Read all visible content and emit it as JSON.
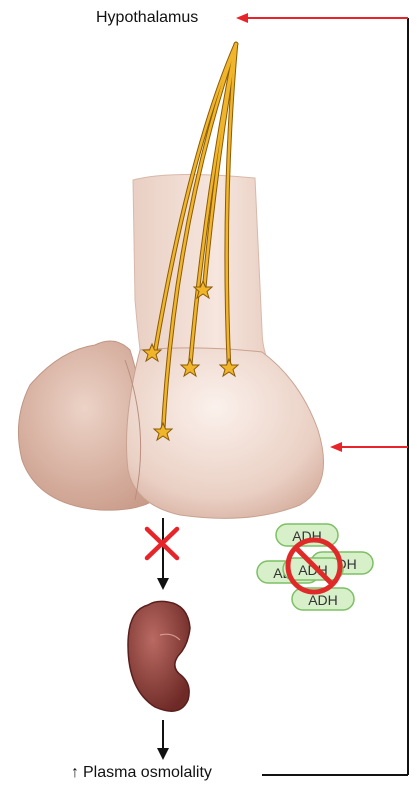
{
  "labels": {
    "hypothalamus": "Hypothalamus",
    "osmolality_arrow": "↑",
    "osmolality": "Plasma osmolality"
  },
  "adh_tokens": [
    "ADH",
    "ADH",
    "ADH",
    "ADH",
    "ADH"
  ],
  "icons": {
    "blocked_secretion": "red-x-icon",
    "no_adh": "prohibition-icon",
    "kidney": "kidney-icon"
  },
  "colors": {
    "feedback_line": "#e8242b",
    "neuron": "#e9a21b",
    "adh_fill": "#d7f0c9",
    "adh_stroke": "#7cbf64",
    "prohibit": "#e02a2a",
    "kidney": "#8a3a35"
  }
}
